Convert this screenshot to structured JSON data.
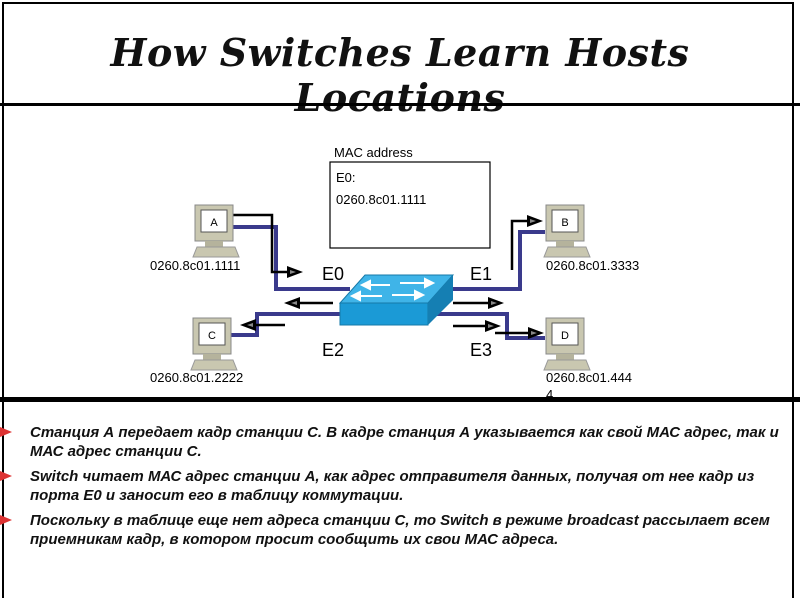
{
  "title": "How Switches Learn Hosts Locations",
  "diagram": {
    "mac_table": {
      "header": "MAC address",
      "port": "E0:",
      "address": "0260.8c01.1111"
    },
    "hosts": [
      {
        "name": "A",
        "mac": "0260.8c01.1111"
      },
      {
        "name": "B",
        "mac": "0260.8c01.3333"
      },
      {
        "name": "C",
        "mac": "0260.8c01.2222"
      },
      {
        "name": "D",
        "mac_line1": "0260.8c01.444",
        "mac_line2": "4"
      }
    ],
    "ports": [
      "E0",
      "E1",
      "E2",
      "E3"
    ],
    "colors": {
      "cable": "#3a3a8c",
      "switch": "#1b9ad6",
      "monitor": "#c9c7b0",
      "bullet": "#dd3333"
    }
  },
  "bullets": [
    "Станция А передает кадр станции С. В кадре станция А указывается как свой МАС адрес, так и МАС адрес станции С.",
    "Switch читает МАС адрес станции А, как адрес отправителя данных, получая от нее кадр из порта Е0 и заносит его в таблицу коммутации.",
    "Поскольку в таблице еще нет адреса станции С, то Switch в режиме broadcast рассылает всем приемникам кадр, в котором просит сообщить их свои МАС адреса."
  ]
}
